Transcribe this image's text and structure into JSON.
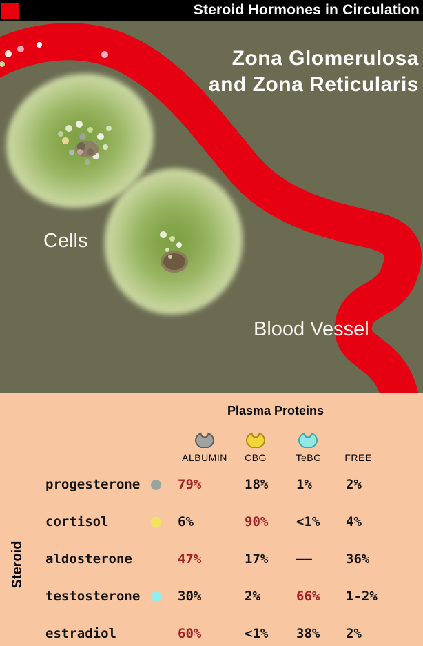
{
  "header": {
    "title": "Steroid Hormones in Circulation"
  },
  "scene": {
    "region_title_line1": "Zona Glomerulosa",
    "region_title_line2": "and Zona Reticularis",
    "cells_label": "Cells",
    "vessel_label": "Blood Vessel"
  },
  "table": {
    "title": "Plasma Proteins",
    "row_axis_label": "Steroid",
    "columns": [
      "ALBUMIN",
      "CBG",
      "TeBG",
      "FREE"
    ],
    "protein_icons": [
      {
        "id": "albumin",
        "fill": "#a2a2a2",
        "stroke": "#5e5e5e"
      },
      {
        "id": "cbg",
        "fill": "#f5d43a",
        "stroke": "#a98f10"
      },
      {
        "id": "tebg",
        "fill": "#90e9e7",
        "stroke": "#3aa8a8"
      }
    ],
    "highlight_color": "#a32025",
    "rows": [
      {
        "steroid": "progesterone",
        "dot_color": "#9aa49e",
        "values": [
          "79%",
          "18%",
          "1%",
          "2%"
        ],
        "highlight_index": 0
      },
      {
        "steroid": "cortisol",
        "dot_color": "#f2e35f",
        "values": [
          "6%",
          "90%",
          "<1%",
          "4%"
        ],
        "highlight_index": 1
      },
      {
        "steroid": "aldosterone",
        "dot_color": null,
        "values": [
          "47%",
          "17%",
          "——",
          "36%"
        ],
        "highlight_index": 0
      },
      {
        "steroid": "testosterone",
        "dot_color": "#90efec",
        "values": [
          "30%",
          "2%",
          "66%",
          "1-2%"
        ],
        "highlight_index": 2
      },
      {
        "steroid": "estradiol",
        "dot_color": null,
        "values": [
          "60%",
          "<1%",
          "38%",
          "2%"
        ],
        "highlight_index": 0
      }
    ]
  },
  "colors": {
    "scene_bg": "#6a6b51",
    "table_bg": "#f8c7a2",
    "vessel": "#e50012",
    "accent_red": "#e8000d",
    "header_bg": "#000000",
    "header_text": "#ffffff"
  }
}
